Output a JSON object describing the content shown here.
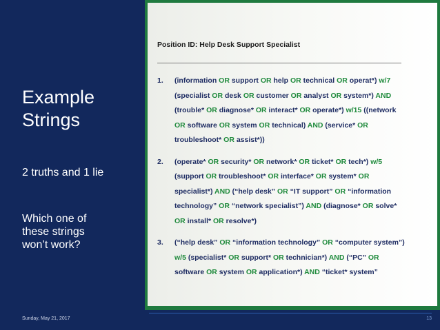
{
  "slide": {
    "title_lines": [
      "Example",
      "Strings"
    ],
    "subtitle": "2 truths and 1 lie",
    "question_lines": [
      "Which one of",
      "these strings",
      "won’t work?"
    ],
    "footer_date": "Sunday, May 21, 2017",
    "page_number": "13"
  },
  "content": {
    "position_id": "Position ID: Help Desk Support Specialist",
    "strings": [
      {
        "number": "1.",
        "lines": [
          [
            {
              "t": "(information ",
              "k": "term"
            },
            {
              "t": "OR",
              "k": "op"
            },
            {
              "t": " support ",
              "k": "term"
            },
            {
              "t": "OR",
              "k": "op"
            },
            {
              "t": " help ",
              "k": "term"
            },
            {
              "t": "OR",
              "k": "op"
            },
            {
              "t": " technical ",
              "k": "term"
            },
            {
              "t": "OR",
              "k": "op"
            },
            {
              "t": " operat*) ",
              "k": "term"
            },
            {
              "t": "w/7",
              "k": "op"
            }
          ],
          [
            {
              "t": "(specialist ",
              "k": "term"
            },
            {
              "t": "OR",
              "k": "op"
            },
            {
              "t": " desk ",
              "k": "term"
            },
            {
              "t": "OR",
              "k": "op"
            },
            {
              "t": " customer ",
              "k": "term"
            },
            {
              "t": "OR",
              "k": "op"
            },
            {
              "t": " analyst ",
              "k": "term"
            },
            {
              "t": "OR",
              "k": "op"
            },
            {
              "t": " system*) ",
              "k": "term"
            },
            {
              "t": "AND",
              "k": "op"
            }
          ],
          [
            {
              "t": "(trouble* ",
              "k": "term"
            },
            {
              "t": "OR",
              "k": "op"
            },
            {
              "t": " diagnose* ",
              "k": "term"
            },
            {
              "t": "OR",
              "k": "op"
            },
            {
              "t": " interact* ",
              "k": "term"
            },
            {
              "t": "OR",
              "k": "op"
            },
            {
              "t": " operate*) ",
              "k": "term"
            },
            {
              "t": "w/15",
              "k": "op"
            },
            {
              "t": " ((network",
              "k": "term"
            }
          ],
          [
            {
              "t": "OR",
              "k": "op"
            },
            {
              "t": " software ",
              "k": "term"
            },
            {
              "t": "OR",
              "k": "op"
            },
            {
              "t": " system ",
              "k": "term"
            },
            {
              "t": "OR",
              "k": "op"
            },
            {
              "t": " technical) ",
              "k": "term"
            },
            {
              "t": "AND",
              "k": "op"
            },
            {
              "t": " (service* ",
              "k": "term"
            },
            {
              "t": "OR",
              "k": "op"
            }
          ],
          [
            {
              "t": "troubleshoot* ",
              "k": "term"
            },
            {
              "t": "OR",
              "k": "op"
            },
            {
              "t": " assist*))",
              "k": "term"
            }
          ]
        ]
      },
      {
        "number": "2.",
        "lines": [
          [
            {
              "t": "(operate* ",
              "k": "term"
            },
            {
              "t": "OR",
              "k": "op"
            },
            {
              "t": " security* ",
              "k": "term"
            },
            {
              "t": "OR",
              "k": "op"
            },
            {
              "t": " network* ",
              "k": "term"
            },
            {
              "t": "OR",
              "k": "op"
            },
            {
              "t": " ticket* ",
              "k": "term"
            },
            {
              "t": "OR",
              "k": "op"
            },
            {
              "t": " tech*) ",
              "k": "term"
            },
            {
              "t": "w/5",
              "k": "op"
            }
          ],
          [
            {
              "t": "(support ",
              "k": "term"
            },
            {
              "t": "OR",
              "k": "op"
            },
            {
              "t": " troubleshoot* ",
              "k": "term"
            },
            {
              "t": "OR",
              "k": "op"
            },
            {
              "t": " interface* ",
              "k": "term"
            },
            {
              "t": "OR",
              "k": "op"
            },
            {
              "t": " system* ",
              "k": "term"
            },
            {
              "t": "OR",
              "k": "op"
            }
          ],
          [
            {
              "t": "specialist*) ",
              "k": "term"
            },
            {
              "t": "AND",
              "k": "op"
            },
            {
              "t": " (“help desk” ",
              "k": "term"
            },
            {
              "t": "OR",
              "k": "op"
            },
            {
              "t": " “IT support” ",
              "k": "term"
            },
            {
              "t": "OR",
              "k": "op"
            },
            {
              "t": " “information",
              "k": "term"
            }
          ],
          [
            {
              "t": "technology” ",
              "k": "term"
            },
            {
              "t": "OR",
              "k": "op"
            },
            {
              "t": " “network specialist”) ",
              "k": "term"
            },
            {
              "t": "AND",
              "k": "op"
            },
            {
              "t": " (diagnose* ",
              "k": "term"
            },
            {
              "t": "OR",
              "k": "op"
            },
            {
              "t": " solve*",
              "k": "term"
            }
          ],
          [
            {
              "t": "OR",
              "k": "op"
            },
            {
              "t": " install* ",
              "k": "term"
            },
            {
              "t": "OR",
              "k": "op"
            },
            {
              "t": " resolve*)",
              "k": "term"
            }
          ]
        ]
      },
      {
        "number": "3.",
        "lines": [
          [
            {
              "t": "(“help desk” ",
              "k": "term"
            },
            {
              "t": "OR",
              "k": "op"
            },
            {
              "t": " “information technology” ",
              "k": "term"
            },
            {
              "t": "OR",
              "k": "op"
            },
            {
              "t": " “computer system”)",
              "k": "term"
            }
          ],
          [
            {
              "t": "w/5",
              "k": "op"
            },
            {
              "t": " (specialist* ",
              "k": "term"
            },
            {
              "t": "OR",
              "k": "op"
            },
            {
              "t": " support* ",
              "k": "term"
            },
            {
              "t": "OR",
              "k": "op"
            },
            {
              "t": " technician*) ",
              "k": "term"
            },
            {
              "t": "AND",
              "k": "op"
            },
            {
              "t": " (“PC” ",
              "k": "term"
            },
            {
              "t": "OR",
              "k": "op"
            }
          ],
          [
            {
              "t": "software ",
              "k": "term"
            },
            {
              "t": "OR",
              "k": "op"
            },
            {
              "t": " system ",
              "k": "term"
            },
            {
              "t": "OR",
              "k": "op"
            },
            {
              "t": " application*) ",
              "k": "term"
            },
            {
              "t": "AND",
              "k": "op"
            },
            {
              "t": " “ticket* system”",
              "k": "term"
            }
          ]
        ]
      }
    ]
  },
  "colors": {
    "navy": "#12285c",
    "frame_green": "#1f7a3f",
    "operator_green": "#1f8a3c",
    "term_navy": "#1f2d63"
  }
}
